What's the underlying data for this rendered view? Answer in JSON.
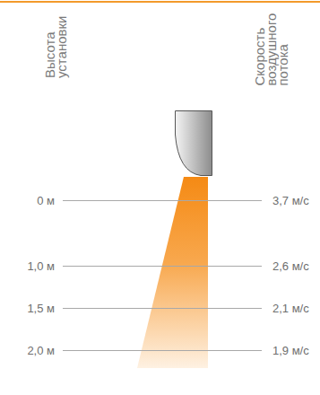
{
  "diagram": {
    "labels": [
      "Высота установки",
      "Скорость воздушного потока",
      "0 м",
      "1,0 м",
      "1,5 м",
      "2,0 м",
      "3,7 м/с",
      "2,6 м/с",
      "2,1 м/с",
      "1,9 м/с"
    ]
  }
}
